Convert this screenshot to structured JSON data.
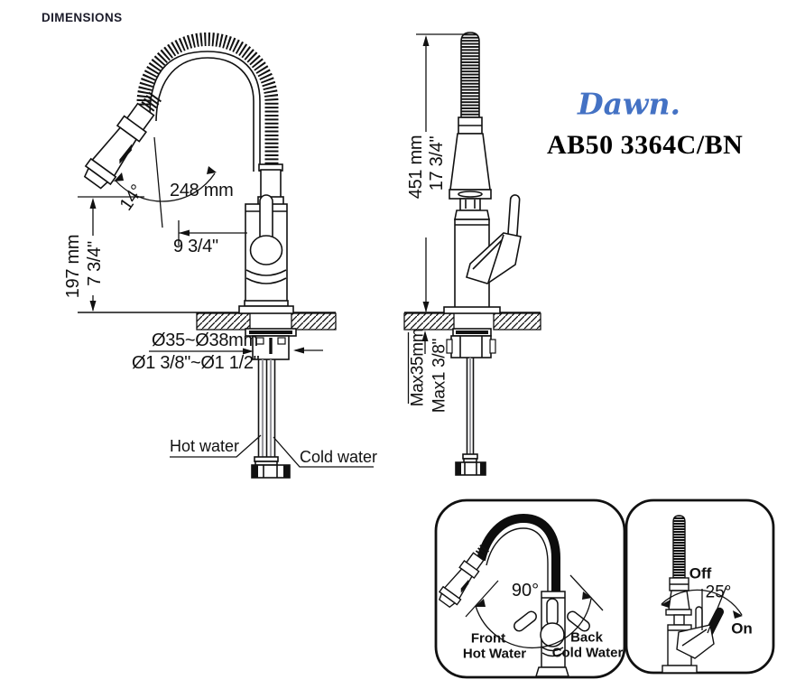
{
  "page": {
    "heading": "DIMENSIONS"
  },
  "brand": {
    "logo": "Dawn.",
    "model": "AB50 3364C/BN",
    "logo_color": "#4472c4"
  },
  "colors": {
    "ink": "#111111"
  },
  "front_view": {
    "spray_angle": "14°",
    "spout_height_mm": "197 mm",
    "spout_height_in": "7 3/4\"",
    "spout_reach_mm": "248 mm",
    "spout_reach_in": "9 3/4\"",
    "hole_size_mm": "Ø35~Ø38mm",
    "hole_size_in": "Ø1 3/8\"~Ø1 1/2\"",
    "hot_water_label": "Hot water",
    "cold_water_label": "Cold water"
  },
  "side_view": {
    "overall_height_mm": "451 mm",
    "overall_height_in": "17 3/4\"",
    "max_deck_mm": "Max35mm",
    "max_deck_in": "Max1 3/8\""
  },
  "insets": {
    "handle_rotation": {
      "angle": "90°",
      "front_line1": "Front",
      "front_line2": "Hot Water",
      "back_line1": "Back",
      "back_line2": "Cold Water"
    },
    "handle_lever": {
      "off_label": "Off",
      "angle": "25°",
      "on_label": "On"
    }
  }
}
